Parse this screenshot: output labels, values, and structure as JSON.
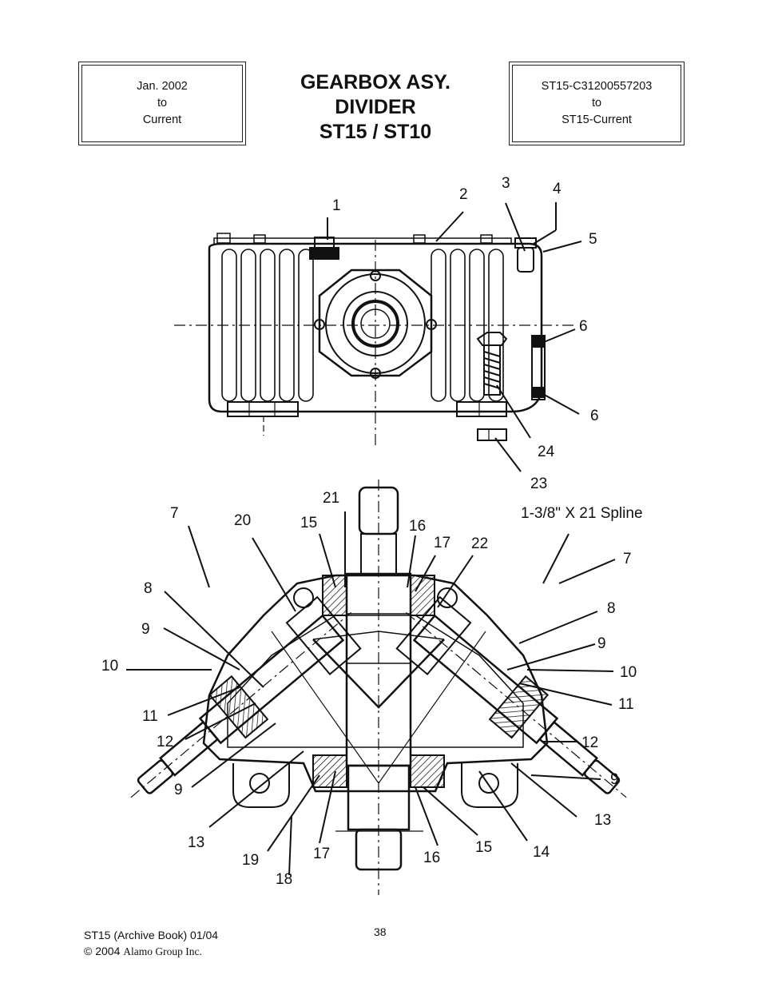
{
  "header": {
    "date_box": {
      "line1": "Jan. 2002",
      "line2": "to",
      "line3": "Current"
    },
    "title": {
      "line1": "GEARBOX ASY.",
      "line2": "DIVIDER",
      "line3": "ST15 / ST10"
    },
    "serial_box": {
      "line1": "ST15-C31200557203",
      "line2": "to",
      "line3": "ST15-Current"
    }
  },
  "diagram": {
    "spline_note": "1-3/8\" X 21 Spline",
    "top_view_callouts": [
      "1",
      "2",
      "3",
      "4",
      "5",
      "6",
      "6",
      "24",
      "23"
    ],
    "section_view_callouts": [
      "7",
      "20",
      "21",
      "15",
      "16",
      "17",
      "22",
      "7",
      "8",
      "9",
      "10",
      "11",
      "12",
      "9",
      "13",
      "19",
      "18",
      "17",
      "16",
      "15",
      "14",
      "13",
      "9",
      "12",
      "11",
      "10",
      "9",
      "8"
    ]
  },
  "footer": {
    "doc_ref": "ST15  (Archive Book) 01/04",
    "copyright": "© 2004",
    "company": "Alamo Group Inc.",
    "page_number": "38"
  }
}
